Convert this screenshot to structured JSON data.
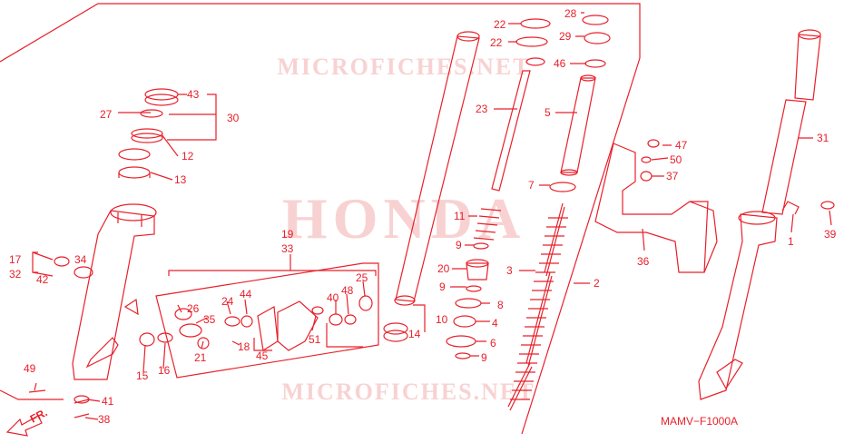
{
  "watermark": {
    "brand": "HONDA",
    "site_top": "MICROFICHES.NET",
    "site_bottom": "MICROFICHES.NET"
  },
  "diagram_code": "MAMV−F1000A",
  "direction_label": "FR.",
  "colors": {
    "ink": "#e8202a",
    "watermark": "#f6c3c3",
    "background": "#ffffff"
  },
  "parts": [
    "22",
    "22",
    "28",
    "29",
    "46",
    "23",
    "5",
    "7",
    "11",
    "9",
    "20",
    "9",
    "8",
    "4",
    "6",
    "9",
    "3",
    "2",
    "10",
    "14",
    "47",
    "50",
    "37",
    "31",
    "36",
    "1",
    "39",
    "43",
    "27",
    "30",
    "12",
    "13",
    "17",
    "32",
    "34",
    "42",
    "19",
    "33",
    "26",
    "24",
    "44",
    "35",
    "25",
    "40",
    "48",
    "51",
    "21",
    "18",
    "45",
    "15",
    "16",
    "49",
    "41",
    "38"
  ]
}
